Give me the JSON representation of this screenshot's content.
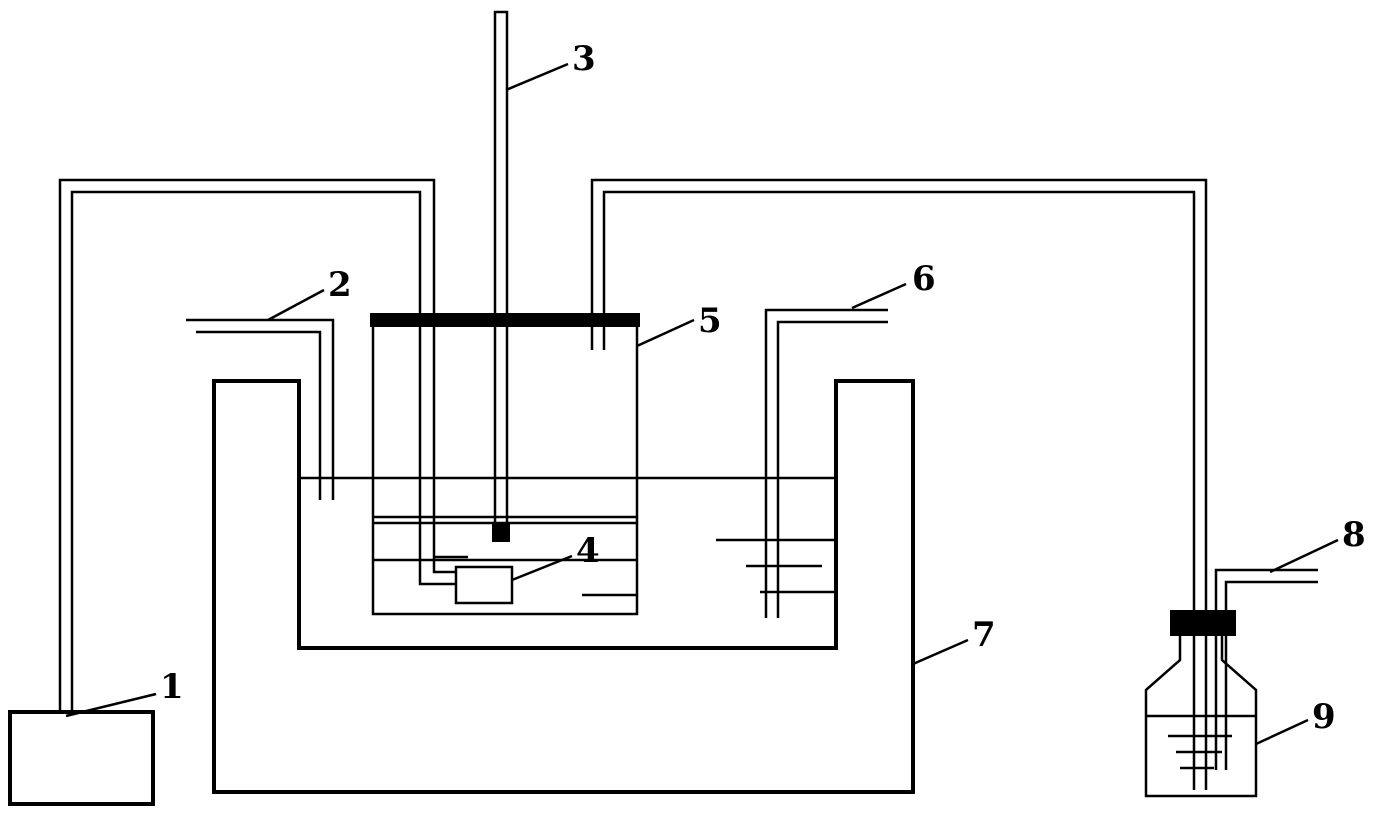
{
  "labels": {
    "l1": "1",
    "l2": "2",
    "l3": "3",
    "l4": "4",
    "l5": "5",
    "l6": "6",
    "l7": "7",
    "l8": "8",
    "l9": "9"
  },
  "colors": {
    "stroke": "#000000",
    "background": "#ffffff"
  }
}
